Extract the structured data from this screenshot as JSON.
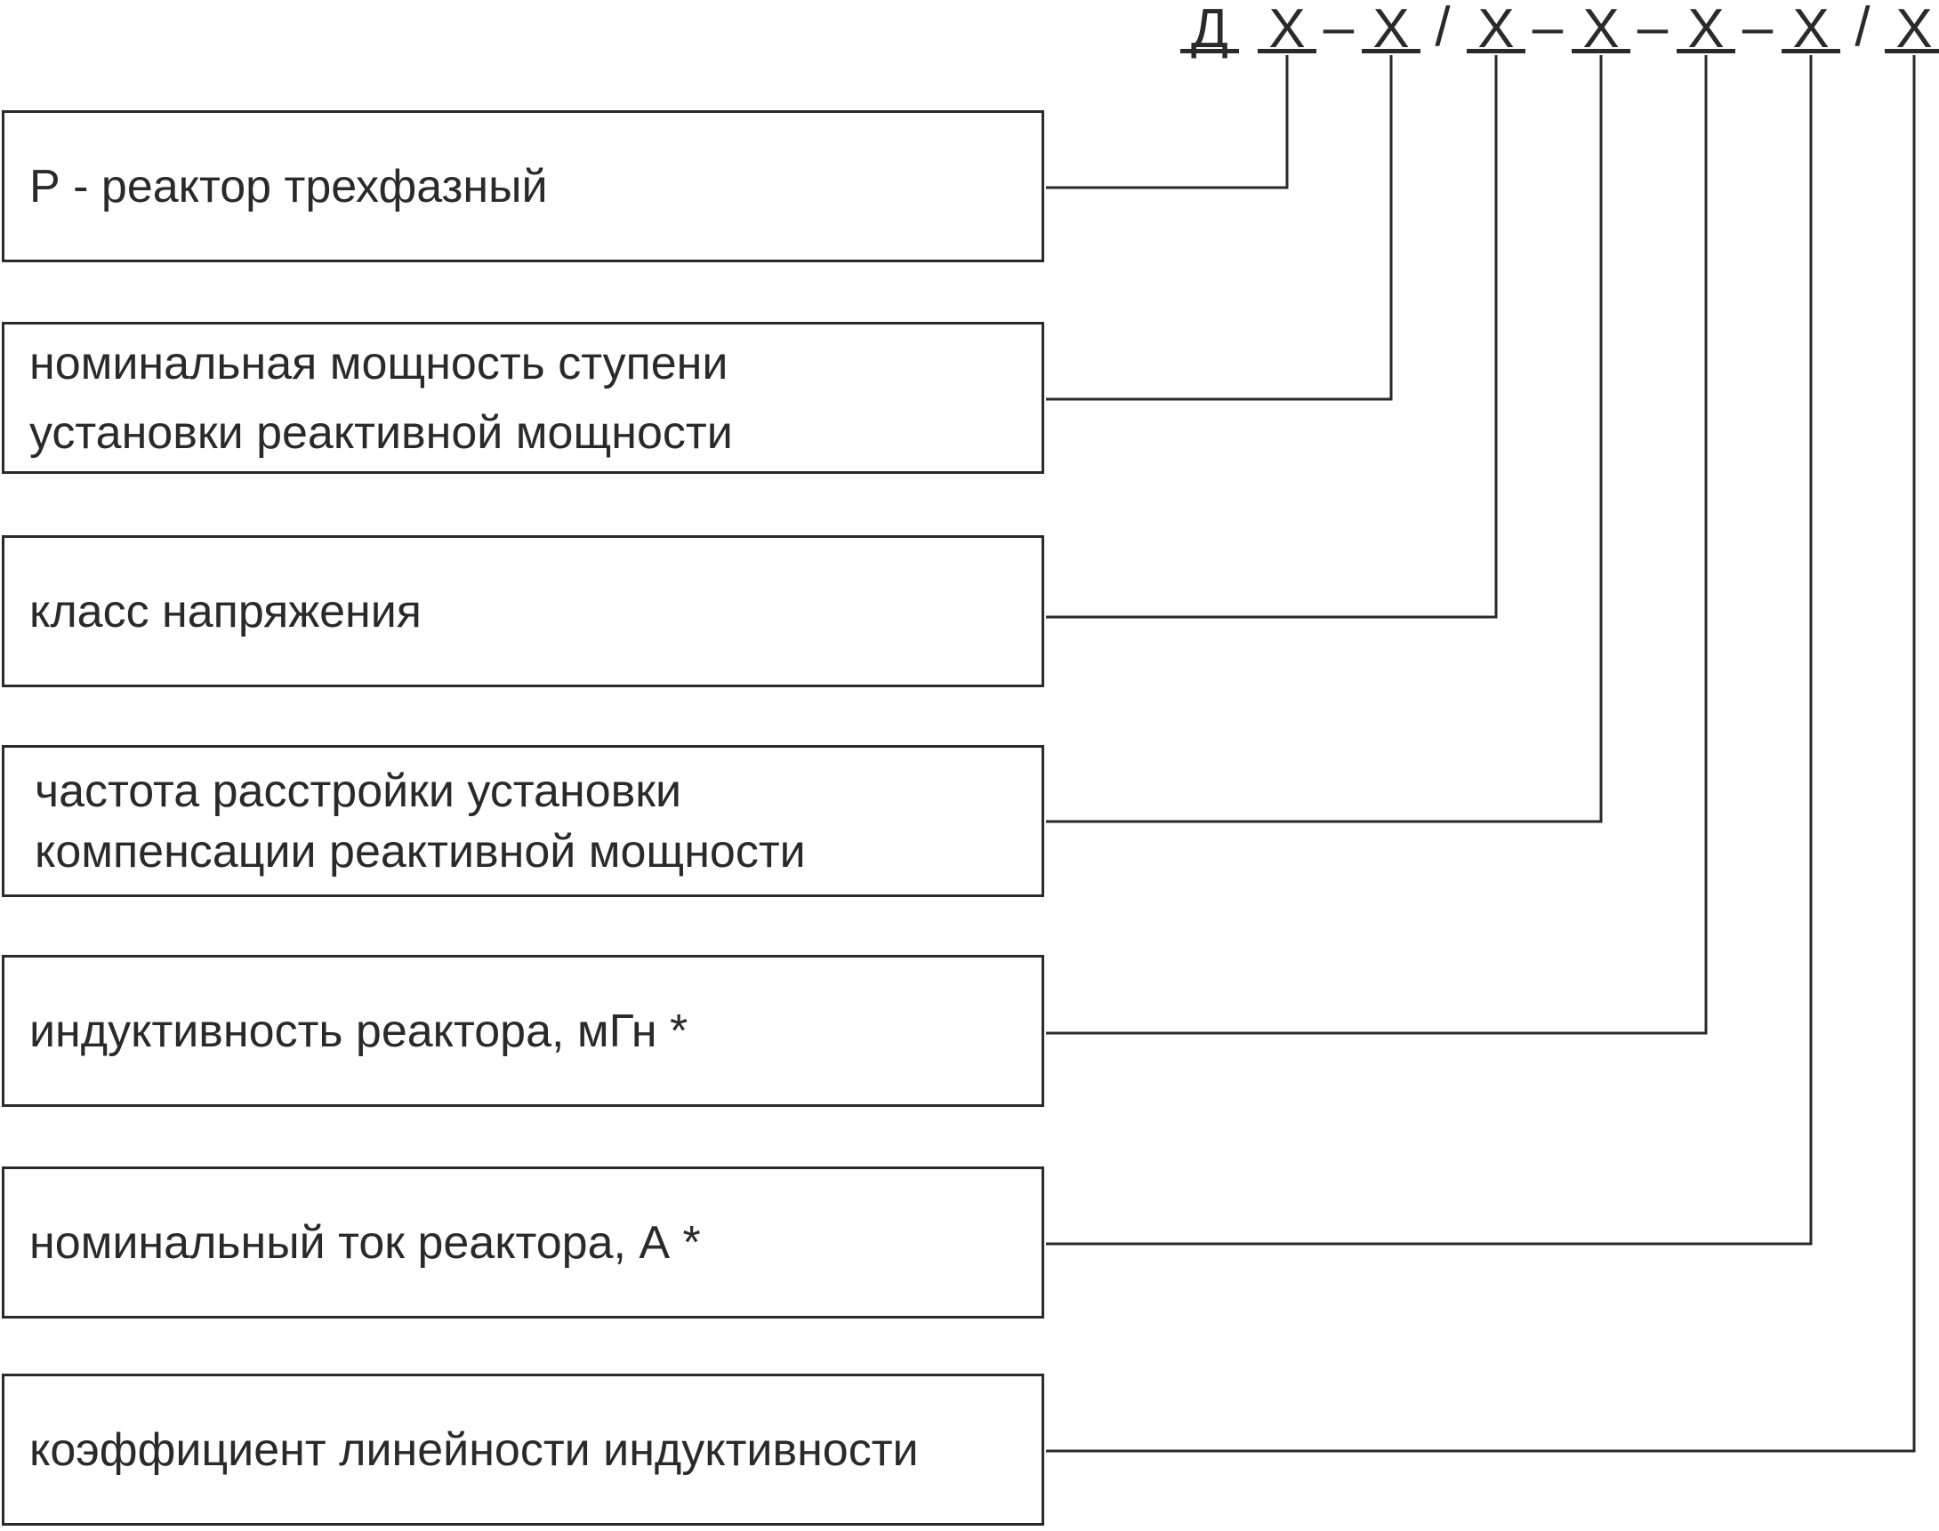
{
  "code": {
    "tokens": [
      "Д",
      "X",
      "X",
      "X",
      "X",
      "X",
      "X",
      "X"
    ],
    "separators": [
      "",
      "–",
      "/",
      "–",
      "–",
      "–",
      "/"
    ]
  },
  "boxes": [
    {
      "lines": [
        "Р - реактор трехфазный"
      ]
    },
    {
      "lines": [
        "номинальная мощность ступени",
        "установки реактивной мощности"
      ]
    },
    {
      "lines": [
        "класс напряжения"
      ]
    },
    {
      "lines": [
        "частота расстройки установки",
        "компенсации реактивной мощности"
      ]
    },
    {
      "lines": [
        "индуктивность реактора, мГн *"
      ]
    },
    {
      "lines": [
        "номинальный ток реактора, А *"
      ]
    },
    {
      "lines": [
        "коэффициент линейности индуктивности"
      ]
    }
  ],
  "colors": {
    "line": "#2a2a2a",
    "text": "#2a2a2a",
    "background": "#ffffff"
  }
}
